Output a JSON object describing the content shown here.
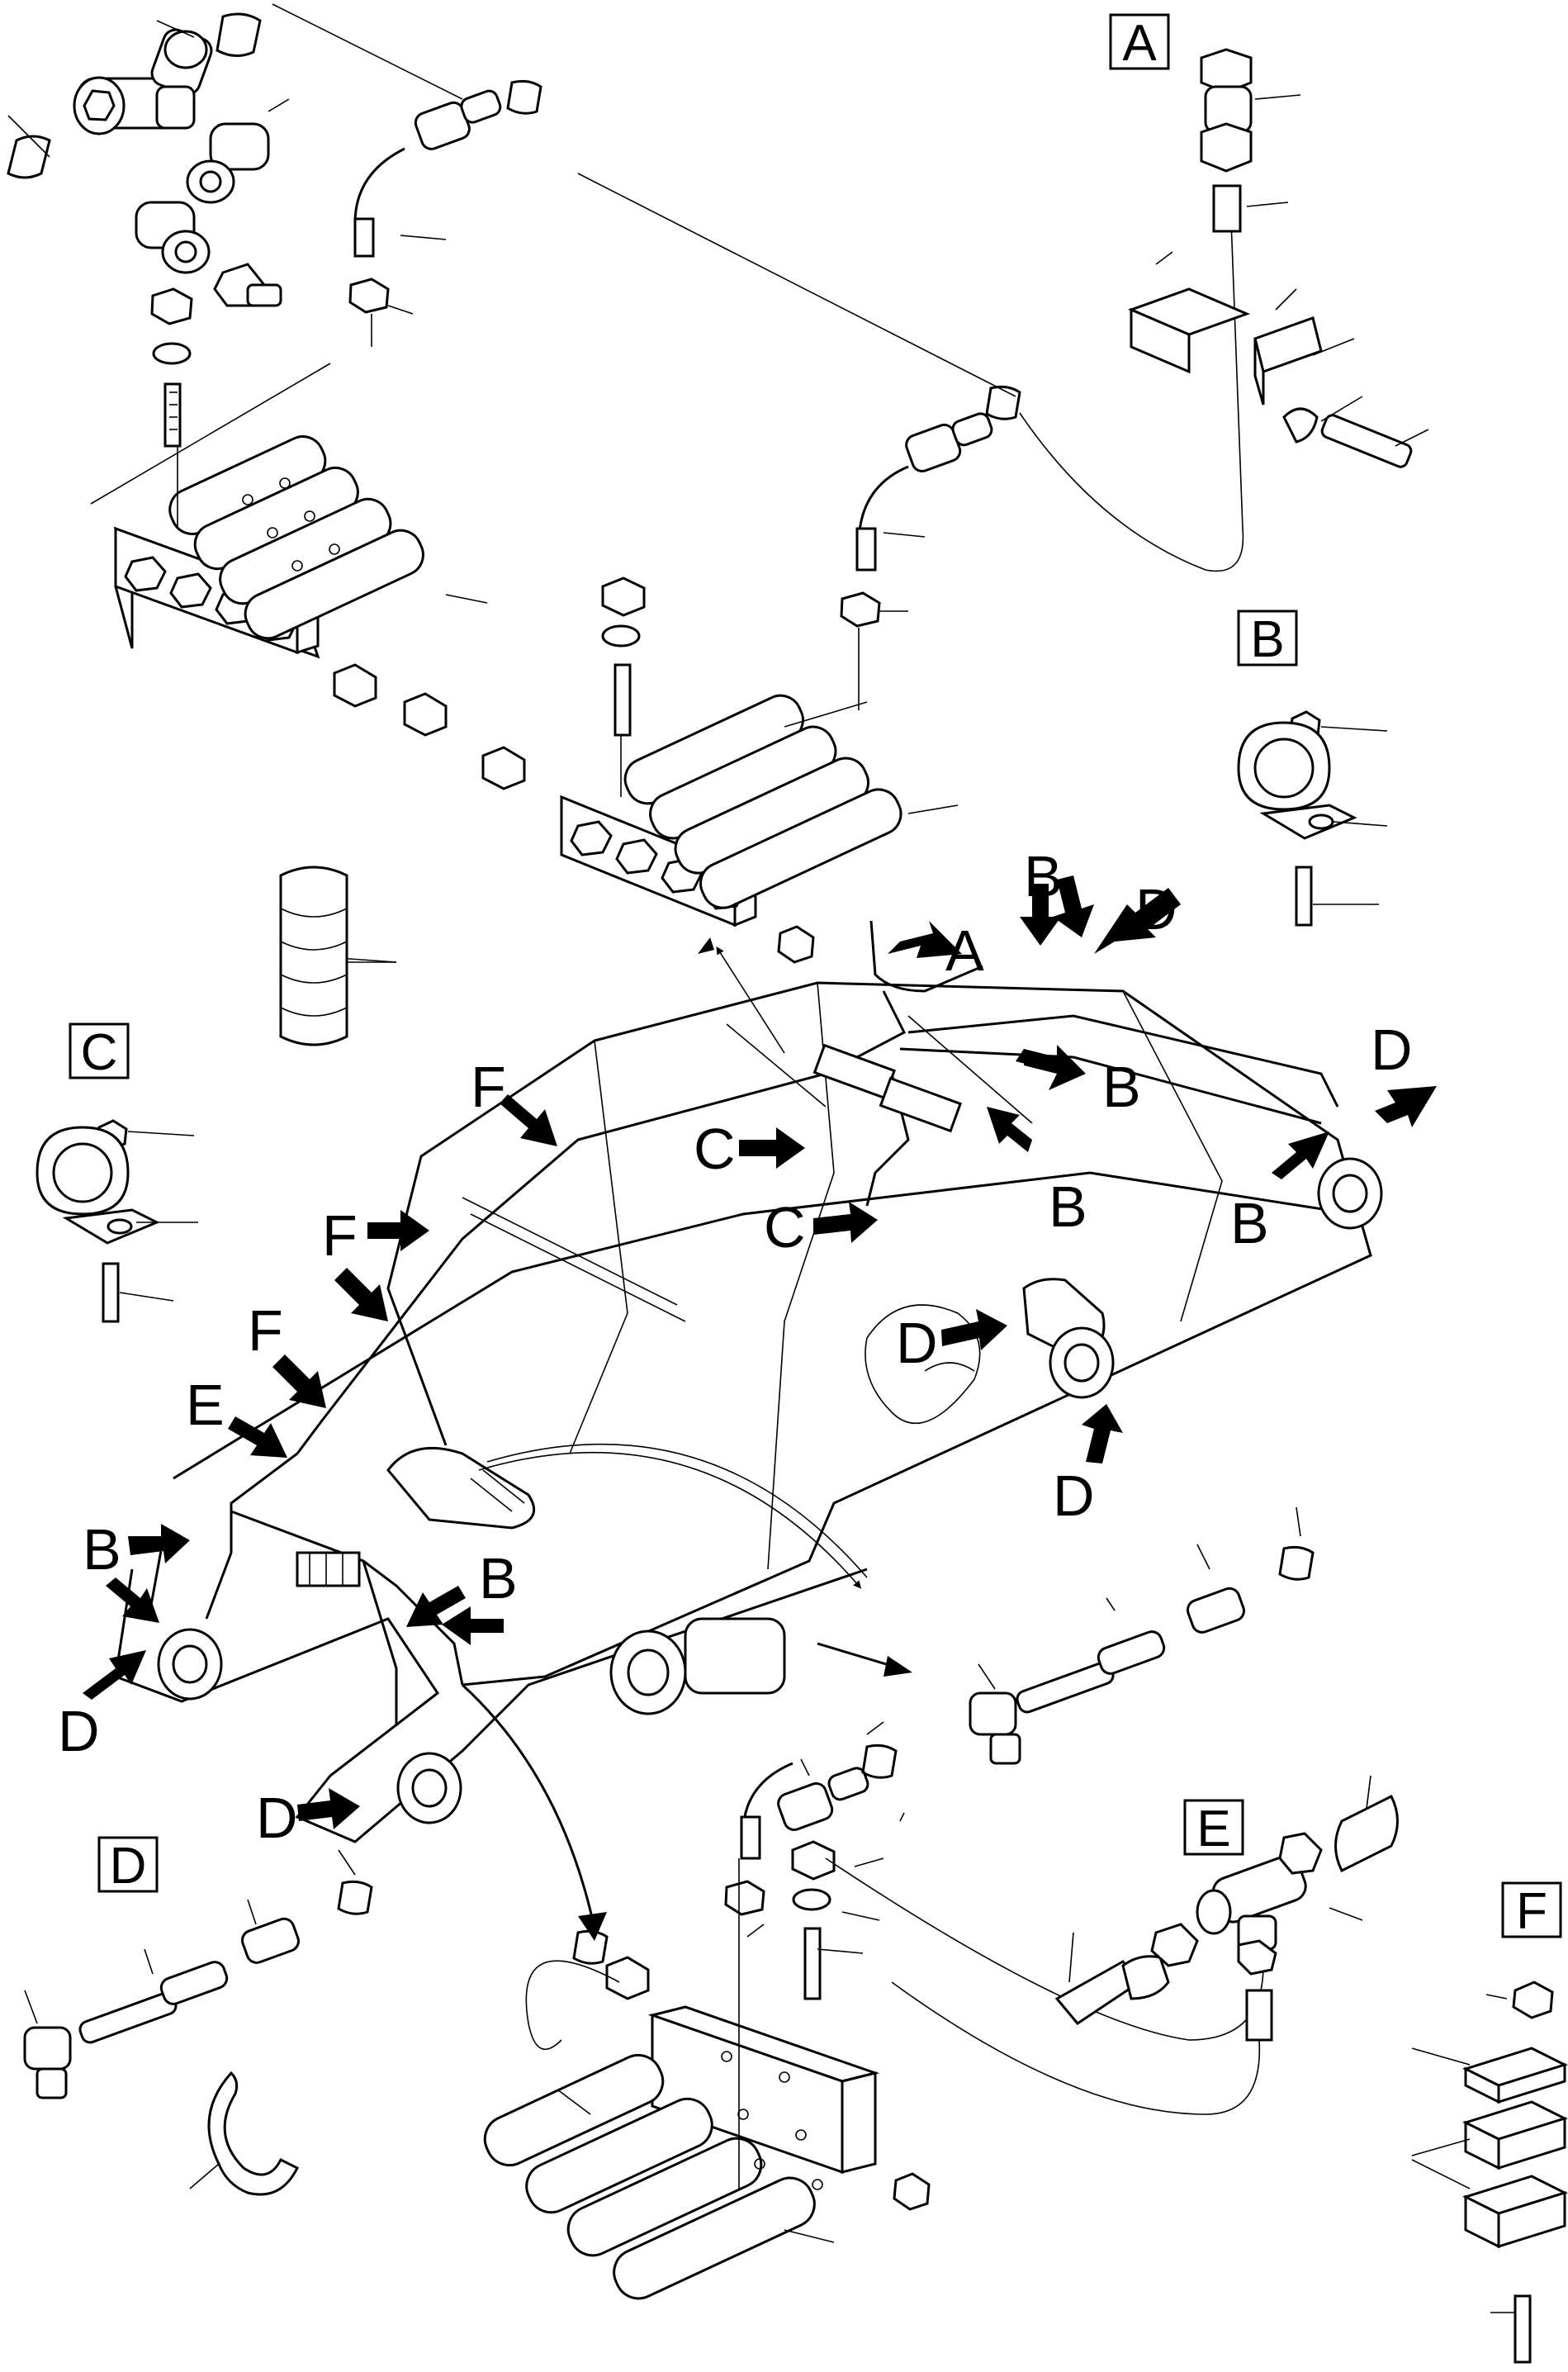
{
  "detail_views": [
    {
      "key": "A",
      "label": "A"
    },
    {
      "key": "B",
      "label": "B"
    },
    {
      "key": "C",
      "label": "C"
    },
    {
      "key": "D",
      "label": "D"
    },
    {
      "key": "E",
      "label": "E"
    },
    {
      "key": "F",
      "label": "F"
    }
  ],
  "callouts": {
    "A": "A",
    "B": "B",
    "C": "C",
    "D": "D",
    "E": "E",
    "F": "F"
  }
}
